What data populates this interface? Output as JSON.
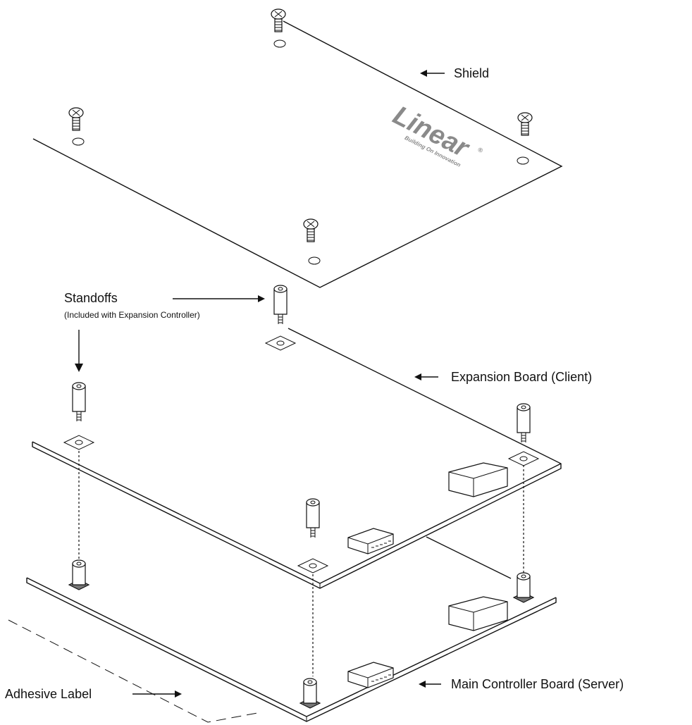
{
  "labels": {
    "shield": "Shield",
    "standoffs": "Standoffs",
    "standoffs_note": "(Included with Expansion Controller)",
    "expansion_board": "Expansion Board (Client)",
    "main_board": "Main Controller Board (Server)",
    "adhesive_label": "Adhesive Label"
  },
  "logo": {
    "name": "Linear",
    "tagline": "Building On Innovation",
    "registered": "®"
  },
  "colors": {
    "line": "#111111",
    "logo": "#8a8a8a"
  }
}
